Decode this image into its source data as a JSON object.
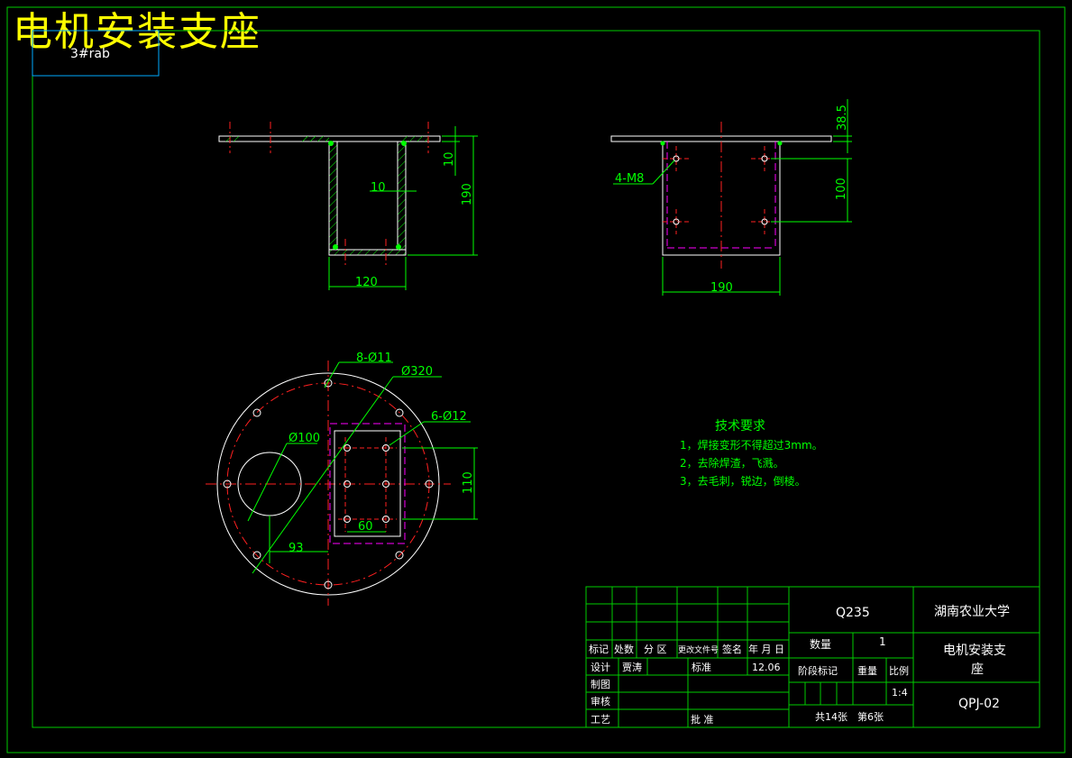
{
  "drawing": {
    "title": "电机安装支座",
    "corner_label": "3#rab",
    "colors": {
      "frame": "#00cc00",
      "title_block": "#00cc00",
      "outline": "#ffffff",
      "dimension": "#00ff00",
      "centerline": "#ff2020",
      "hidden_line": "#ff00ff",
      "cyan_lines": "#00aaff",
      "title_text": "#ffff00"
    }
  },
  "front_view": {
    "dims": {
      "thickness": "10",
      "wall": "10",
      "height": "190",
      "width": "120"
    }
  },
  "side_view": {
    "dims": {
      "top": "38.5",
      "hole_spacing": "100",
      "width": "190"
    },
    "hole_callout": "4-M8"
  },
  "top_view": {
    "dims": {
      "bolt_holes": "8-Ø11",
      "outer_dia": "Ø320",
      "plate_holes": "6-Ø12",
      "center_hole": "Ø100",
      "offset": "93",
      "height_110": "110",
      "spacing_60": "60"
    }
  },
  "technical_requirements": {
    "heading": "技术要求",
    "items": [
      "1，焊接变形不得超过3mm。",
      "2，去除焊渣，飞溅。",
      "3，去毛刺，锐边，倒棱。"
    ]
  },
  "title_block": {
    "material": "Q235",
    "school": "湖南农业大学",
    "part_name_line1": "电机安装支",
    "part_name_line2": "座",
    "drawing_no": "QPJ-02",
    "quantity_label": "数量",
    "quantity_value": "1",
    "stage_label": "阶段标记",
    "weight_label": "重量",
    "scale_label": "比例",
    "scale_value": "1:4",
    "sheets": "共14张　第6张",
    "header": {
      "mark": "标记",
      "count": "处数",
      "zone": "分 区",
      "doc_no": "更改文件号",
      "sign": "签名",
      "date": "年 月 日"
    },
    "rows": {
      "design": "设计",
      "designer": "贾涛",
      "standard": "标准",
      "date_value": "12.06",
      "draw": "制图",
      "review": "审核",
      "process": "工艺",
      "approve": "批 准"
    }
  }
}
